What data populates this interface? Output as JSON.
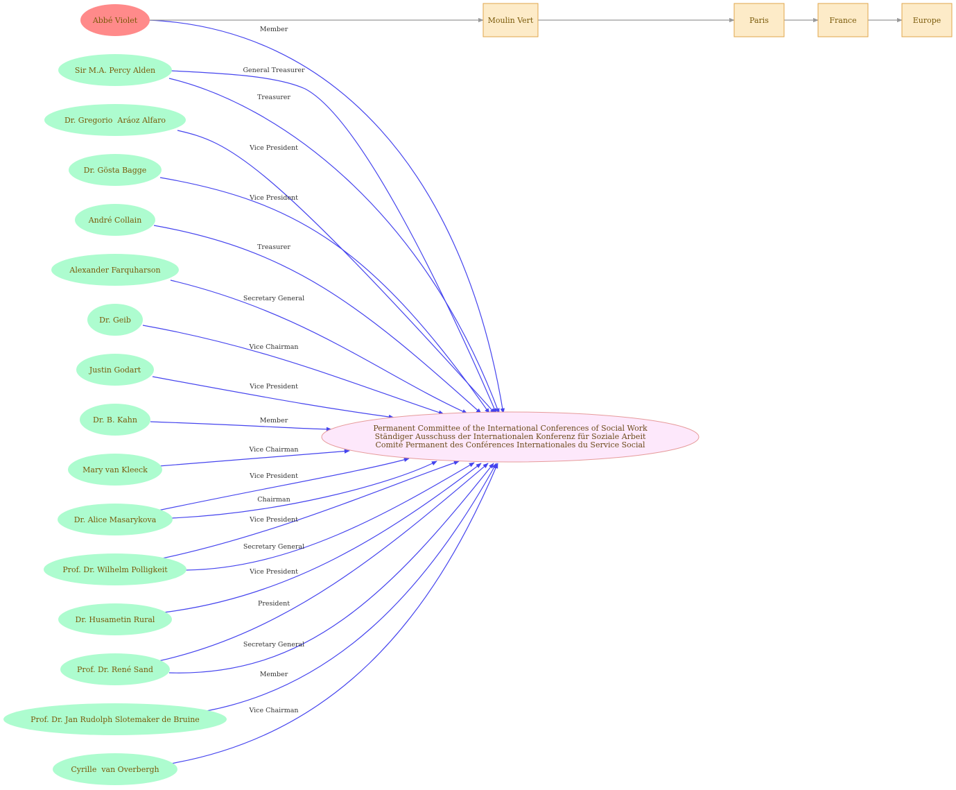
{
  "colors": {
    "person_fill": "#adfccf",
    "highlight_fill": "#ff8a8a",
    "place_fill": "#fdebc8",
    "place_stroke": "#e0a64a",
    "center_fill": "#fde8fb",
    "center_stroke": "#e69a9a",
    "role_edge": "#4443ee",
    "chain_edge": "#999999"
  },
  "center": {
    "lines": [
      "Permanent Committee of the International Conferences of Social Work",
      "Ständiger Ausschuss der Internationalen Konferenz für Soziale Arbeit",
      "Comité Permanent des Conférences Internationales du Service Social"
    ]
  },
  "places": [
    "Moulin Vert",
    "Paris",
    "France",
    "Europe"
  ],
  "people": [
    {
      "name": "Abbé Violet",
      "highlight": true
    },
    {
      "name": "Sir M.A. Percy Alden"
    },
    {
      "name": "Dr. Gregorio  Aráoz Alfaro"
    },
    {
      "name": "Dr. Gösta Bagge"
    },
    {
      "name": "André Collain"
    },
    {
      "name": "Alexander Farquharson"
    },
    {
      "name": "Dr. Geib"
    },
    {
      "name": "Justin Godart"
    },
    {
      "name": "Dr. B. Kahn"
    },
    {
      "name": "Mary van Kleeck"
    },
    {
      "name": "Dr. Alice Masarykova"
    },
    {
      "name": "Prof. Dr. Wilhelm Polligkeit"
    },
    {
      "name": "Dr. Husametin Rural"
    },
    {
      "name": "Prof. Dr. René Sand"
    },
    {
      "name": "Prof. Dr. Jan Rudolph Slotemaker de Bruine"
    },
    {
      "name": "Cyrille  van Overbergh"
    }
  ],
  "roles": [
    {
      "person": 0,
      "label": "Member"
    },
    {
      "person": 1,
      "label": "General Treasurer"
    },
    {
      "person": 1,
      "label": "Treasurer"
    },
    {
      "person": 2,
      "label": "Vice President"
    },
    {
      "person": 3,
      "label": "Vice President"
    },
    {
      "person": 4,
      "label": "Treasurer"
    },
    {
      "person": 5,
      "label": "Secretary General"
    },
    {
      "person": 6,
      "label": "Vice Chairman"
    },
    {
      "person": 7,
      "label": "Vice President"
    },
    {
      "person": 8,
      "label": "Member"
    },
    {
      "person": 9,
      "label": "Vice Chairman"
    },
    {
      "person": 10,
      "label": "Vice President"
    },
    {
      "person": 10,
      "label": "Chairman"
    },
    {
      "person": 11,
      "label": "Vice President"
    },
    {
      "person": 11,
      "label": "Secretary General"
    },
    {
      "person": 12,
      "label": "Vice President"
    },
    {
      "person": 13,
      "label": "President"
    },
    {
      "person": 13,
      "label": "Secretary General"
    },
    {
      "person": 14,
      "label": "Member"
    },
    {
      "person": 15,
      "label": "Vice Chairman"
    }
  ]
}
